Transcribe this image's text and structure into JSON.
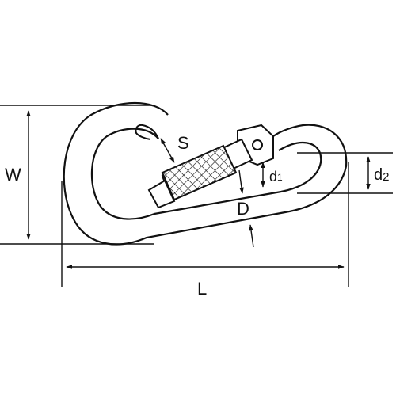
{
  "diagram": {
    "labels": {
      "W": "W",
      "S": "S",
      "D": "D",
      "L": "L",
      "d1_main": "d",
      "d1_sub": "1",
      "d2_main": "d",
      "d2_sub": "2"
    },
    "colors": {
      "line": "#111111",
      "background": "#ffffff"
    }
  }
}
